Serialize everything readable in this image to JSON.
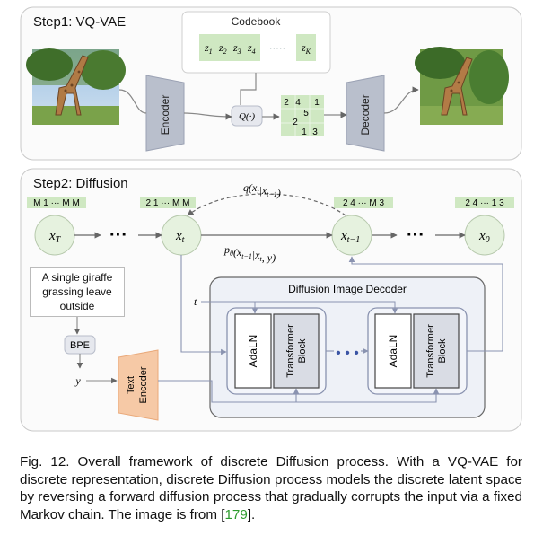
{
  "step1": {
    "title": "Step1: VQ-VAE",
    "codebook_title": "Codebook",
    "codebook_entries": [
      "z",
      "z",
      "z",
      "z",
      "z"
    ],
    "codebook_subs": [
      "1",
      "2",
      "3",
      "4",
      "K"
    ],
    "codebook_ellipsis": "·····",
    "encoder": "Encoder",
    "decoder": "Decoder",
    "quantizer": "Q(·)",
    "token_grid": [
      "2",
      "4",
      "1",
      "5",
      "2",
      "1",
      "3"
    ]
  },
  "step2": {
    "title": "Step2: Diffusion",
    "nodes": [
      {
        "var": "x",
        "sub": "T",
        "tokens": "M 1 ··· M M"
      },
      {
        "var": "x",
        "sub": "t",
        "tokens": "2 1 ··· M M"
      },
      {
        "var": "x",
        "sub": "t−1",
        "tokens": "2 4 ··· M 3"
      },
      {
        "var": "x",
        "sub": "0",
        "tokens": "2 4 ··· 1 3"
      }
    ],
    "forward_label": "q(x_t | x_{t−1})",
    "reverse_label": "p_θ(x_{t−1} | x_t, y)",
    "prompt_lines": [
      "A single giraffe",
      "grassing leave",
      "outside"
    ],
    "bpe": "BPE",
    "y_label": "y",
    "t_label": "t",
    "text_encoder": [
      "Text",
      "Encoder"
    ],
    "decoder_title": "Diffusion Image Decoder",
    "adaln": "AdaLN",
    "transformer": [
      "Transformer",
      "Block"
    ],
    "dots": "• • •"
  },
  "caption": {
    "text": "Fig. 12.  Overall framework of discrete Diffusion process. With a VQ-VAE for discrete representation, discrete Diffusion process models the discrete latent space by reversing a forward diffusion process that gradually corrupts the input via a fixed Markov chain. The image is from [",
    "ref": "179",
    "end": "]."
  },
  "colors": {
    "green_token": "#cfe8c2",
    "encoder_fill": "#b9bfcc",
    "text_encoder_fill": "#f6c9a6",
    "node_fill": "#e6f2df",
    "panel_fill": "#eef1f7",
    "ref": "#2e9b2e"
  }
}
